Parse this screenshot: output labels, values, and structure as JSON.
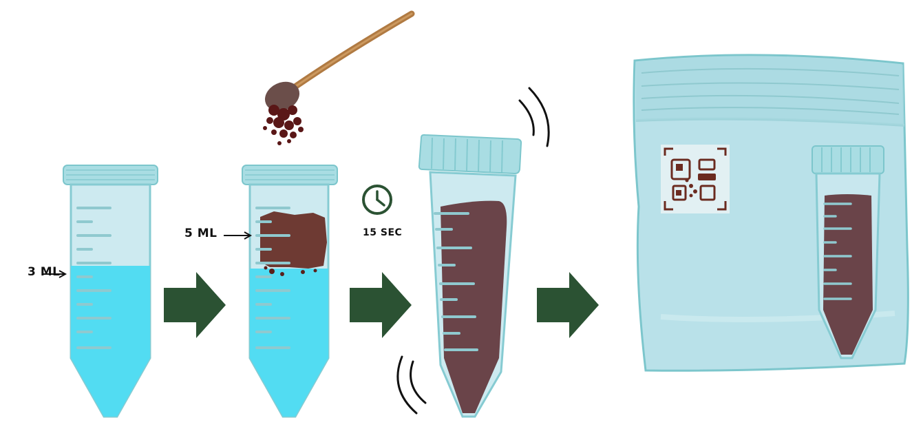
{
  "steps": [
    {
      "label": "3 ML"
    },
    {
      "label": "5 ML"
    },
    {
      "label": "15 SEC"
    },
    {
      "label": ""
    }
  ],
  "icons": [
    "spoon-icon",
    "clock-icon",
    "shake-icon",
    "arrow-right-icon",
    "qr-code-icon",
    "bag-icon",
    "tube-icon"
  ],
  "colors": {
    "tube_body": "#bfe3ea",
    "tube_outline": "#7cc6cc",
    "cap": "#a9dde3",
    "liquid": "#52dcf2",
    "soil": "#6a4449",
    "arrow": "#2b5233",
    "clock": "#2b5233",
    "spoon": "#b07a42",
    "bag": "#b9e1e9",
    "qr": "#6b2b20"
  }
}
